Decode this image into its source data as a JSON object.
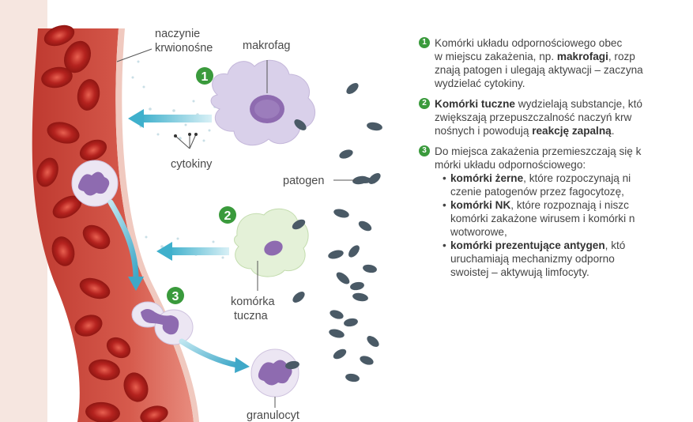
{
  "labels": {
    "vessel_line1": "naczynie",
    "vessel_line2": "krwionośne",
    "macrophage": "makrofag",
    "cytokines": "cytokiny",
    "pathogen": "patogen",
    "mast_cell_line1": "komórka",
    "mast_cell_line2": "tuczna",
    "granulocyte": "granulocyt"
  },
  "markers": {
    "one": "1",
    "two": "2",
    "three": "3"
  },
  "caption": {
    "item1": {
      "number": "1",
      "l1_a": "Komórki układu odpornościowego obec",
      "l2_a": "w miejscu zakażenia, np. ",
      "l2_b": "makrofagi",
      "l2_c": ", rozp",
      "l3_a": "znają patogen i ulegają aktywacji – zaczyna",
      "l4_a": "wydzielać cytokiny."
    },
    "item2": {
      "number": "2",
      "l1_b": "Komórki tuczne",
      "l1_c": " wydzielają substancje, któ",
      "l2_a": "zwiększają przepuszczalność naczyń krw",
      "l3_a": "nośnych i powodują ",
      "l3_b": "reakcję zapalną",
      "l3_c": "."
    },
    "item3": {
      "number": "3",
      "l1_a": "Do miejsca zakażenia przemieszczają się k",
      "l2_a": "mórki układu odpornościowego:",
      "b1_l1_b": "komórki żerne",
      "b1_l1_c": ", które rozpoczynają ni",
      "b1_l2_a": "czenie patogenów przez fagocytozę,",
      "b2_l1_b": "komórki NK",
      "b2_l1_c": ", które rozpoznają i niszc",
      "b2_l2_a": "komórki zakażone wirusem i komórki n",
      "b2_l3_a": "wotworowe,",
      "b3_l1_b": "komórki prezentujące antygen",
      "b3_l1_c": ", któ",
      "b3_l2_a": "uruchamiają mechanizmy odporno",
      "b3_l3_a": "swoistej – aktywują limfocyty."
    }
  },
  "colors": {
    "vessel": "#c8463a",
    "erythrocyte": "#c0302a",
    "arrow": "#4bb5cf",
    "marker": "#3a9a3c",
    "pathogen": "#4a5a66",
    "macrophage": "#d9d0ea",
    "mast_cell": "#e4f1d8",
    "nucleus": "#8e6bb0"
  }
}
